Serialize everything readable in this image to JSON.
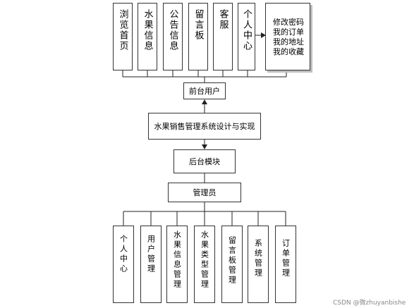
{
  "frontend": {
    "items": [
      "浏览首页",
      "水果信息",
      "公告信息",
      "留言板",
      "客服",
      "个人中心"
    ],
    "details": "修改密码\n我的订单\n我的地址\n我的收藏"
  },
  "hub_front": "前台用户",
  "system_title": "水果销售管理系统设计与实现",
  "hub_back": "后台模块",
  "admin": "管理员",
  "backend": {
    "items": [
      "个人中心",
      "用户管理",
      "水果信息管理",
      "水果类型管理",
      "留言板管理",
      "系统管理",
      "订单管理"
    ]
  },
  "watermark": "CSDN @微zhuyanbishe"
}
